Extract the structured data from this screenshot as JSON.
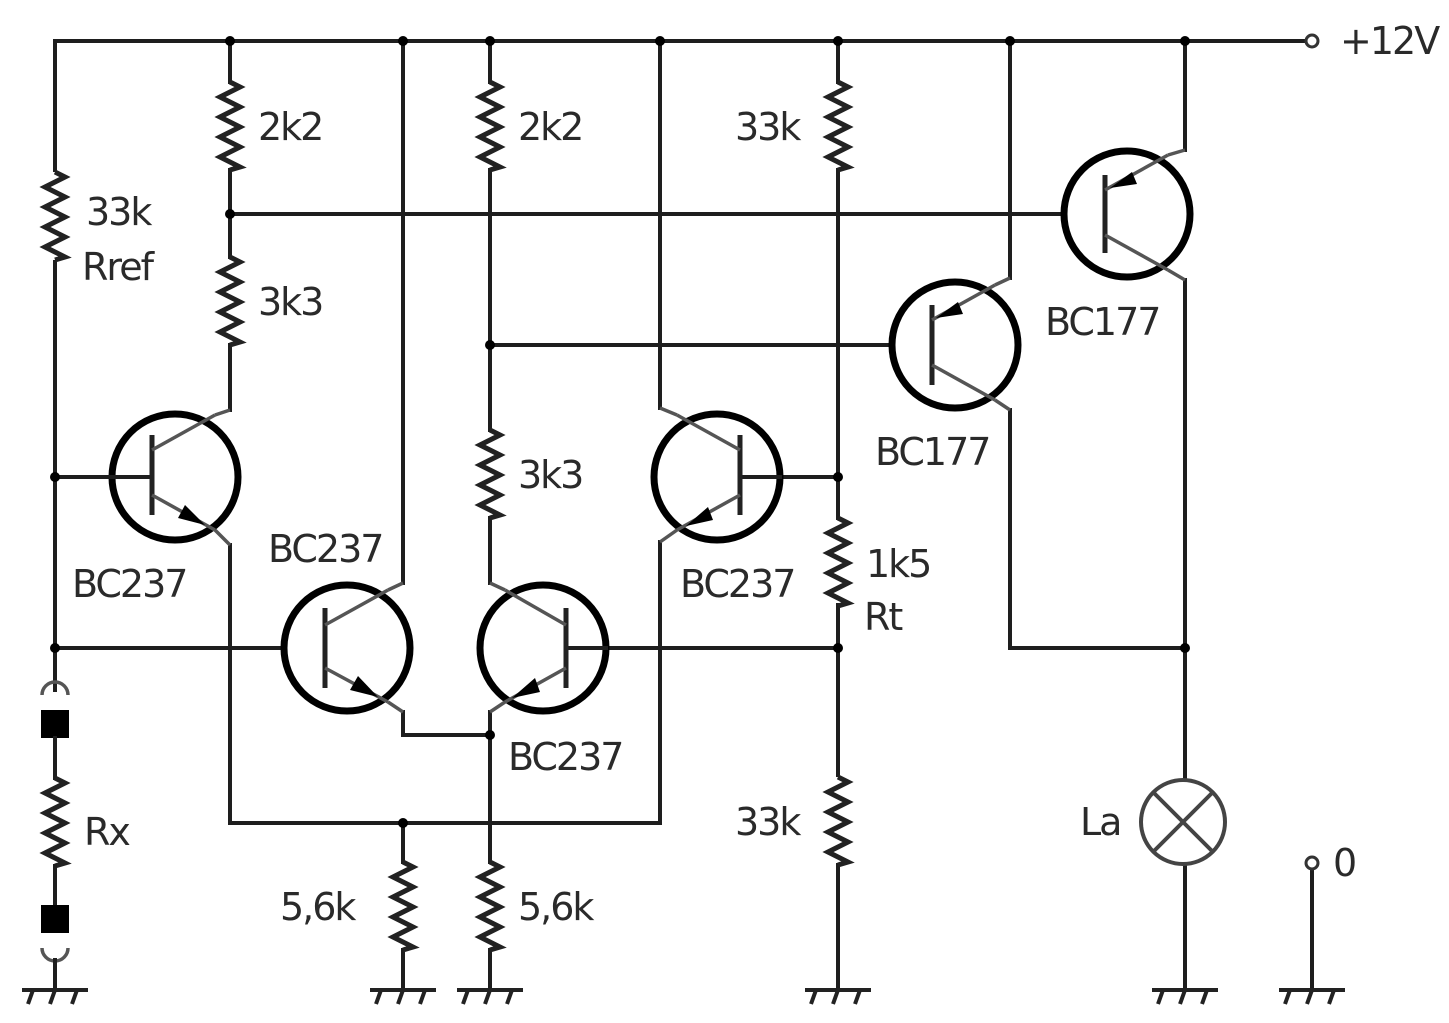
{
  "supply": {
    "positive_label": "+12V",
    "ground_label": "0"
  },
  "resistors": [
    {
      "id": "r-ref",
      "value": "33k",
      "name": "Rref"
    },
    {
      "id": "r1",
      "value": "2k2"
    },
    {
      "id": "r2",
      "value": "3k3"
    },
    {
      "id": "r3",
      "value": "2k2"
    },
    {
      "id": "r4",
      "value": "3k3"
    },
    {
      "id": "r5",
      "value": "33k"
    },
    {
      "id": "r-t",
      "value": "1k5",
      "name": "Rt"
    },
    {
      "id": "r6",
      "value": "33k"
    },
    {
      "id": "r7",
      "value": "5,6k"
    },
    {
      "id": "r8",
      "value": "5,6k"
    },
    {
      "id": "r-x",
      "value": "",
      "name": "Rx"
    }
  ],
  "transistors": [
    {
      "id": "q1",
      "type": "NPN",
      "part": "BC237"
    },
    {
      "id": "q2",
      "type": "NPN",
      "part": "BC237"
    },
    {
      "id": "q3",
      "type": "NPN",
      "part": "BC237"
    },
    {
      "id": "q4",
      "type": "NPN",
      "part": "BC237"
    },
    {
      "id": "q5",
      "type": "PNP",
      "part": "BC177"
    },
    {
      "id": "q6",
      "type": "PNP",
      "part": "BC177"
    }
  ],
  "lamp": {
    "name": "La"
  }
}
